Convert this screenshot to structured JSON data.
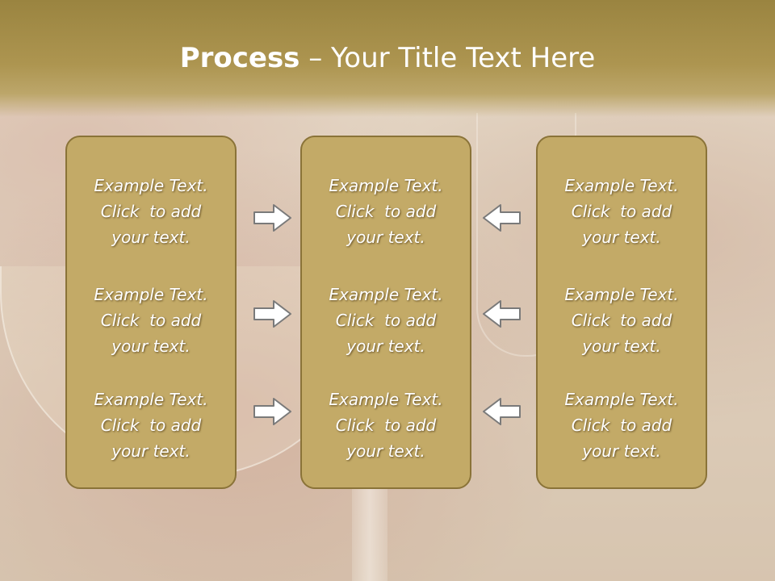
{
  "title": {
    "bold": "Process",
    "rest": " – Your Title Text Here"
  },
  "columns": [
    {
      "blocks": [
        {
          "line1": "Example Text.",
          "line2": "Click  to add",
          "line3": "your text."
        },
        {
          "line1": "Example Text.",
          "line2": "Click  to add",
          "line3": "your text."
        },
        {
          "line1": "Example Text.",
          "line2": "Click  to add",
          "line3": "your text."
        }
      ]
    },
    {
      "blocks": [
        {
          "line1": "Example Text.",
          "line2": "Click  to add",
          "line3": "your text."
        },
        {
          "line1": "Example Text.",
          "line2": "Click  to add",
          "line3": "your text."
        },
        {
          "line1": "Example Text.",
          "line2": "Click  to add",
          "line3": "your text."
        }
      ]
    },
    {
      "blocks": [
        {
          "line1": "Example Text.",
          "line2": "Click  to add",
          "line3": "your text."
        },
        {
          "line1": "Example Text.",
          "line2": "Click  to add",
          "line3": "your text."
        },
        {
          "line1": "Example Text.",
          "line2": "Click  to add",
          "line3": "your text."
        }
      ]
    }
  ],
  "arrows": {
    "left_group": "arrow-right-icon",
    "right_group": "arrow-left-icon"
  },
  "colors": {
    "title_bar": "#ad9550",
    "panel_fill": "#c3aa67",
    "panel_border": "#8a7338",
    "text": "#ffffff"
  }
}
